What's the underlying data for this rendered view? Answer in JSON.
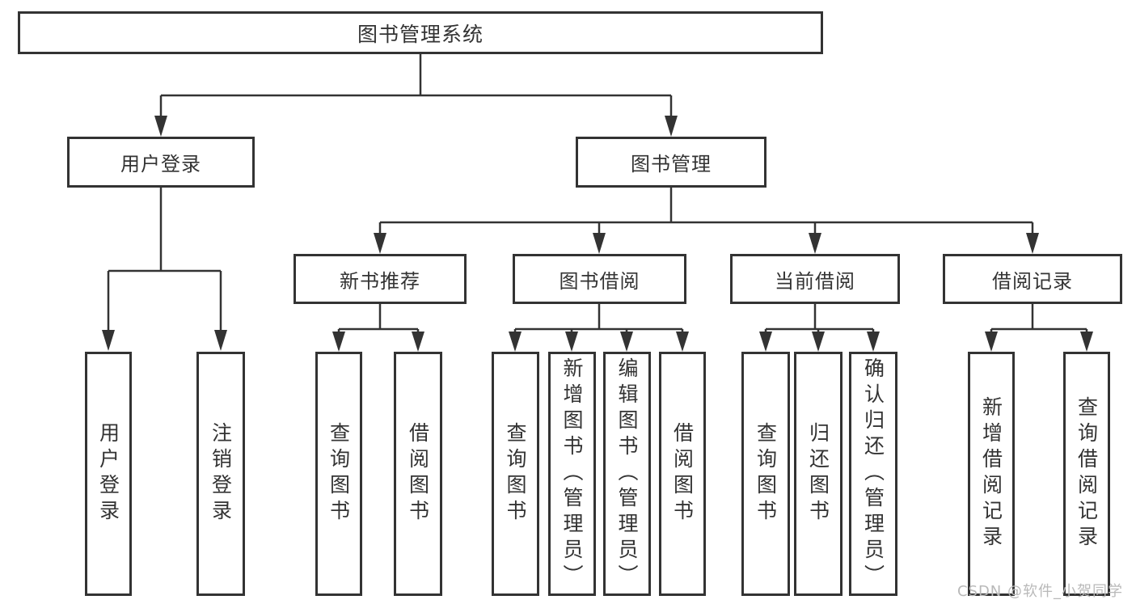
{
  "tree": {
    "root": "图书管理系统",
    "branches": [
      {
        "label": "用户登录",
        "leaves": [
          "用户登录",
          "注销登录"
        ]
      },
      {
        "label": "图书管理",
        "groups": [
          {
            "label": "新书推荐",
            "leaves": [
              "查询图书",
              "借阅图书"
            ]
          },
          {
            "label": "图书借阅",
            "leaves": [
              "查询图书",
              "新增图书（管理员）",
              "编辑图书（管理员）",
              "借阅图书"
            ]
          },
          {
            "label": "当前借阅",
            "leaves": [
              "查询图书",
              "归还图书",
              "确认归还（管理员）"
            ]
          },
          {
            "label": "借阅记录",
            "leaves": [
              "新增借阅记录",
              "查询借阅记录"
            ]
          }
        ]
      }
    ]
  },
  "watermark": "CSDN @软件_小贺同学",
  "colors": {
    "line": "#333333",
    "box_border": "#333333",
    "text": "#333333",
    "watermark": "#b9b9b9",
    "background": "#ffffff"
  }
}
